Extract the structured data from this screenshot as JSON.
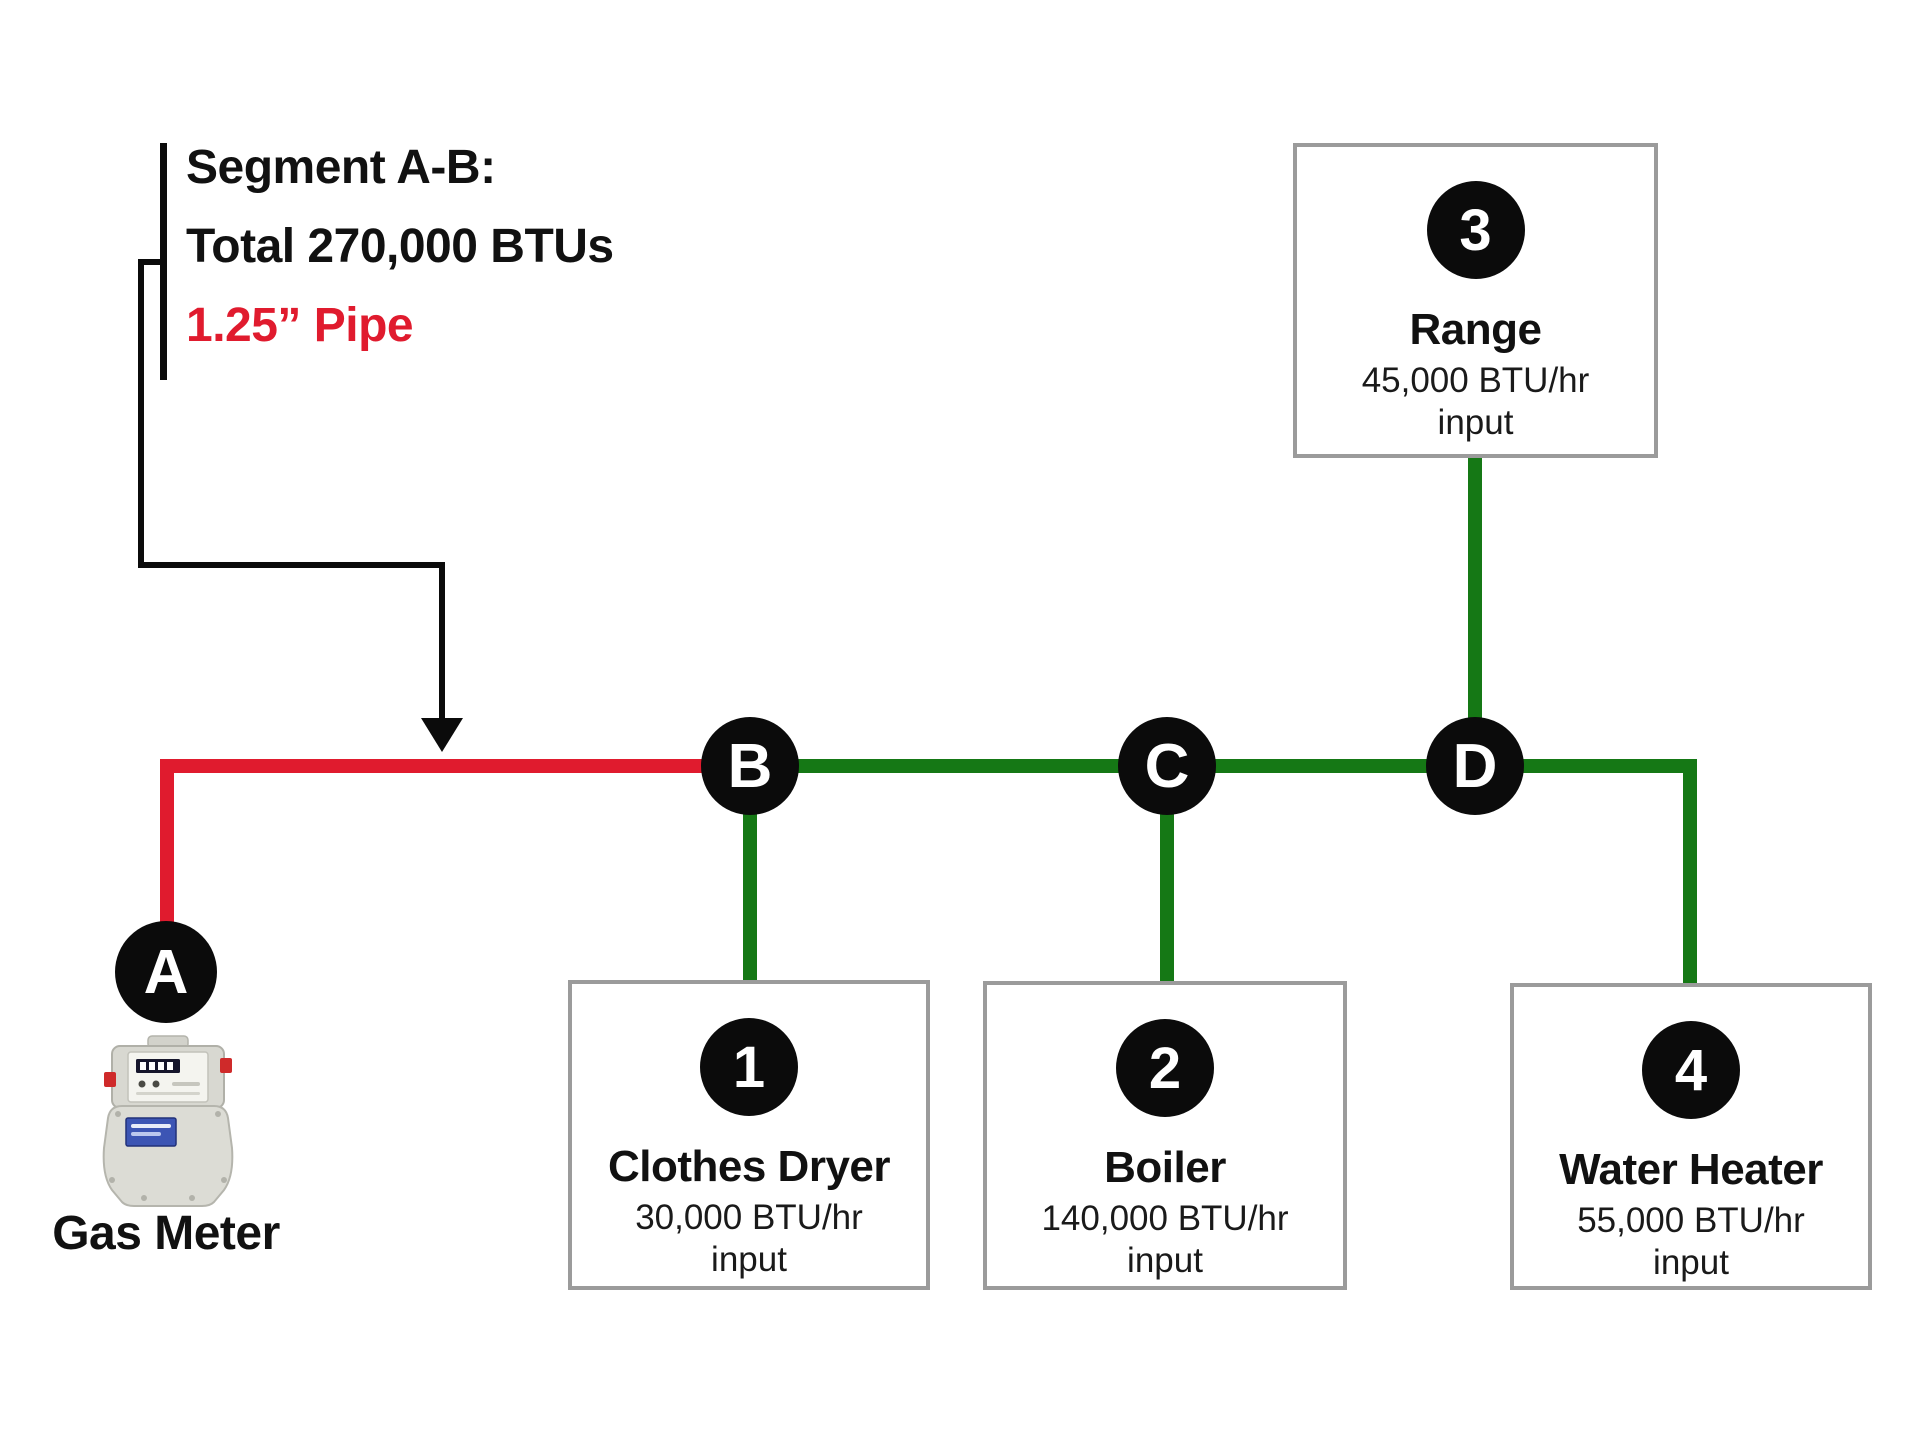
{
  "annotation": {
    "line1": "Segment A-B:",
    "line2": "Total 270,000 BTUs",
    "line3": "1.25” Pipe"
  },
  "nodes": {
    "a": "A",
    "b": "B",
    "c": "C",
    "d": "D"
  },
  "meter": {
    "label": "Gas Meter"
  },
  "appliances": [
    {
      "number": "1",
      "name": "Clothes Dryer",
      "btu": "30,000 BTU/hr",
      "input": "input"
    },
    {
      "number": "2",
      "name": "Boiler",
      "btu": "140,000 BTU/hr",
      "input": "input"
    },
    {
      "number": "3",
      "name": "Range",
      "btu": "45,000 BTU/hr",
      "input": "input"
    },
    {
      "number": "4",
      "name": "Water Heater",
      "btu": "55,000 BTU/hr",
      "input": "input"
    }
  ],
  "colors": {
    "pipe_red": "#e01b2e",
    "pipe_green": "#157815",
    "node_fill": "#0b0b0b",
    "box_border": "#9b9b9b",
    "text_black": "#111111"
  }
}
